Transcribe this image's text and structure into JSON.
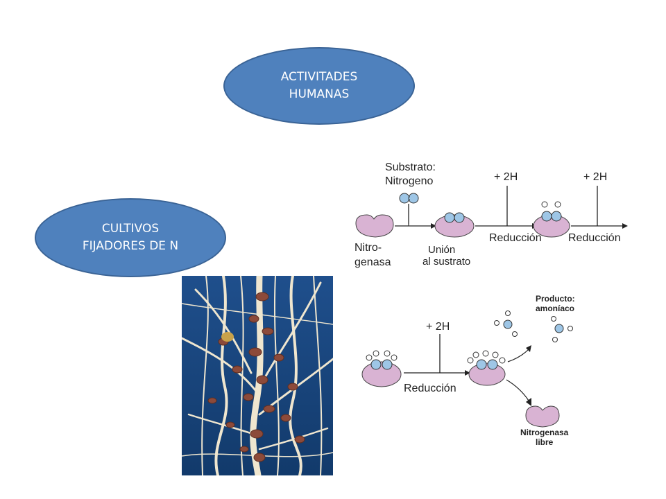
{
  "ellipses": {
    "top": {
      "line1": "ACTIVITADES",
      "line2": "HUMANAS"
    },
    "left": {
      "line1": "CULTIVOS",
      "line2": "FIJADORES DE N"
    }
  },
  "diagram_top": {
    "substrate_label_1": "Substrato:",
    "substrate_label_2": "Nitrogeno",
    "plus_2h_1": "+ 2H",
    "plus_2h_2": "+ 2H",
    "reduction_1": "Reducción",
    "reduction_2": "Reducción",
    "enzyme_label_1": "Nitro-",
    "enzyme_label_2": "genasa",
    "binding_label_1": "Unión",
    "binding_label_2": "al sustrato"
  },
  "diagram_bottom": {
    "plus_2h": "+ 2H",
    "reduction": "Reducción",
    "product_label_1": "Producto:",
    "product_label_2": "amoníaco",
    "free_enzyme_1": "Nitrogenasa",
    "free_enzyme_2": "libre"
  },
  "colors": {
    "ellipse_fill": "#4f81bd",
    "enzyme_fill": "#d9b3d3",
    "atom_fill": "#9ec6e6"
  }
}
